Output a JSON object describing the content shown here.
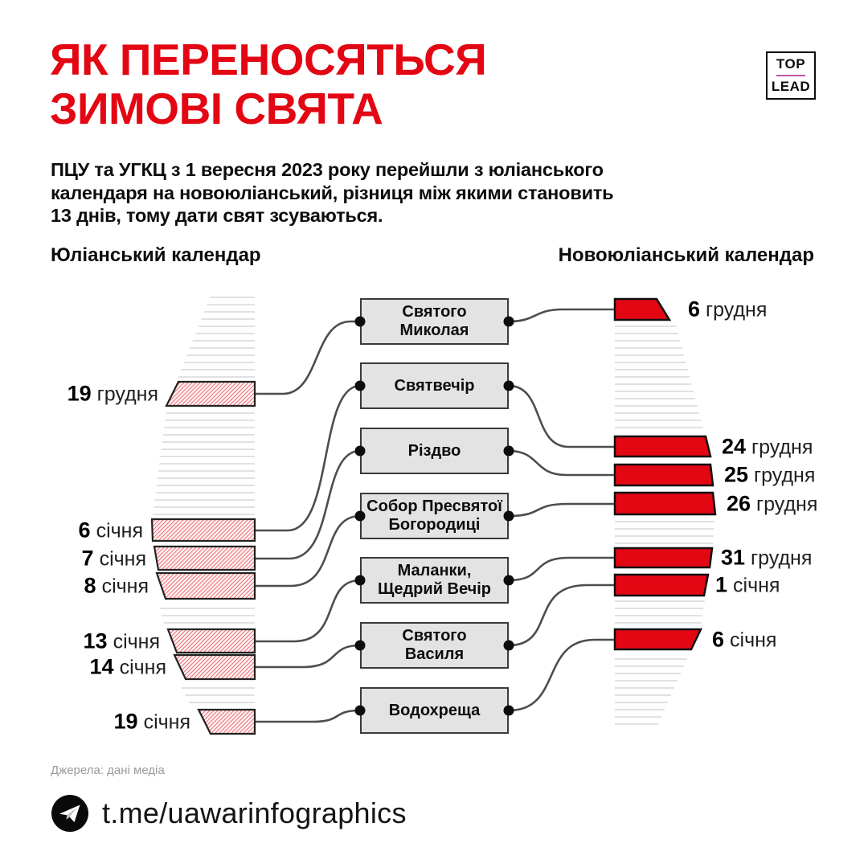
{
  "header": {
    "title": "ЯК ПЕРЕНОСЯТЬСЯ\nЗИМОВІ СВЯТА",
    "logo": {
      "top": "TOP",
      "lead": "LEAD"
    }
  },
  "intro": {
    "lines": [
      "ПЦУ та УГКЦ з 1 вересня 2023 року перейшли з юліанського",
      "календаря на новоюліанський, різниця між якими становить",
      "13 днів, тому дати свят зсуваються."
    ]
  },
  "columns": {
    "left": "Юліанський календар",
    "right": "Новоюліанський календар"
  },
  "holidays": [
    {
      "name": "Святого\nМиколая",
      "julian": {
        "day": "19",
        "month": "грудня"
      },
      "new_julian": {
        "day": "6",
        "month": "грудня"
      }
    },
    {
      "name": "Святвечір",
      "julian": {
        "day": "6",
        "month": "січня"
      },
      "new_julian": {
        "day": "24",
        "month": "грудня"
      }
    },
    {
      "name": "Різдво",
      "julian": {
        "day": "7",
        "month": "січня"
      },
      "new_julian": {
        "day": "25",
        "month": "грудня"
      }
    },
    {
      "name": "Собор Пресвятої\nБогородиці",
      "julian": {
        "day": "8",
        "month": "січня"
      },
      "new_julian": {
        "day": "26",
        "month": "грудня"
      }
    },
    {
      "name": "Маланки,\nЩедрий Вечір",
      "julian": {
        "day": "13",
        "month": "січня"
      },
      "new_julian": {
        "day": "31",
        "month": "грудня"
      }
    },
    {
      "name": "Святого\nВасиля",
      "julian": {
        "day": "14",
        "month": "січня"
      },
      "new_julian": {
        "day": "1",
        "month": "січня"
      }
    },
    {
      "name": "Водохреща",
      "julian": {
        "day": "19",
        "month": "січня"
      },
      "new_julian": {
        "day": "6",
        "month": "січня"
      }
    }
  ],
  "source": "Джерела: дані медіа",
  "footer": {
    "url": "t.me/uawarinfographics"
  },
  "colors": {
    "accent_red": "#e30613",
    "logo_line_magenta": "#c0579d",
    "box_fill": "#e3e3e3",
    "fan_line_gray": "#cdcdcd"
  }
}
